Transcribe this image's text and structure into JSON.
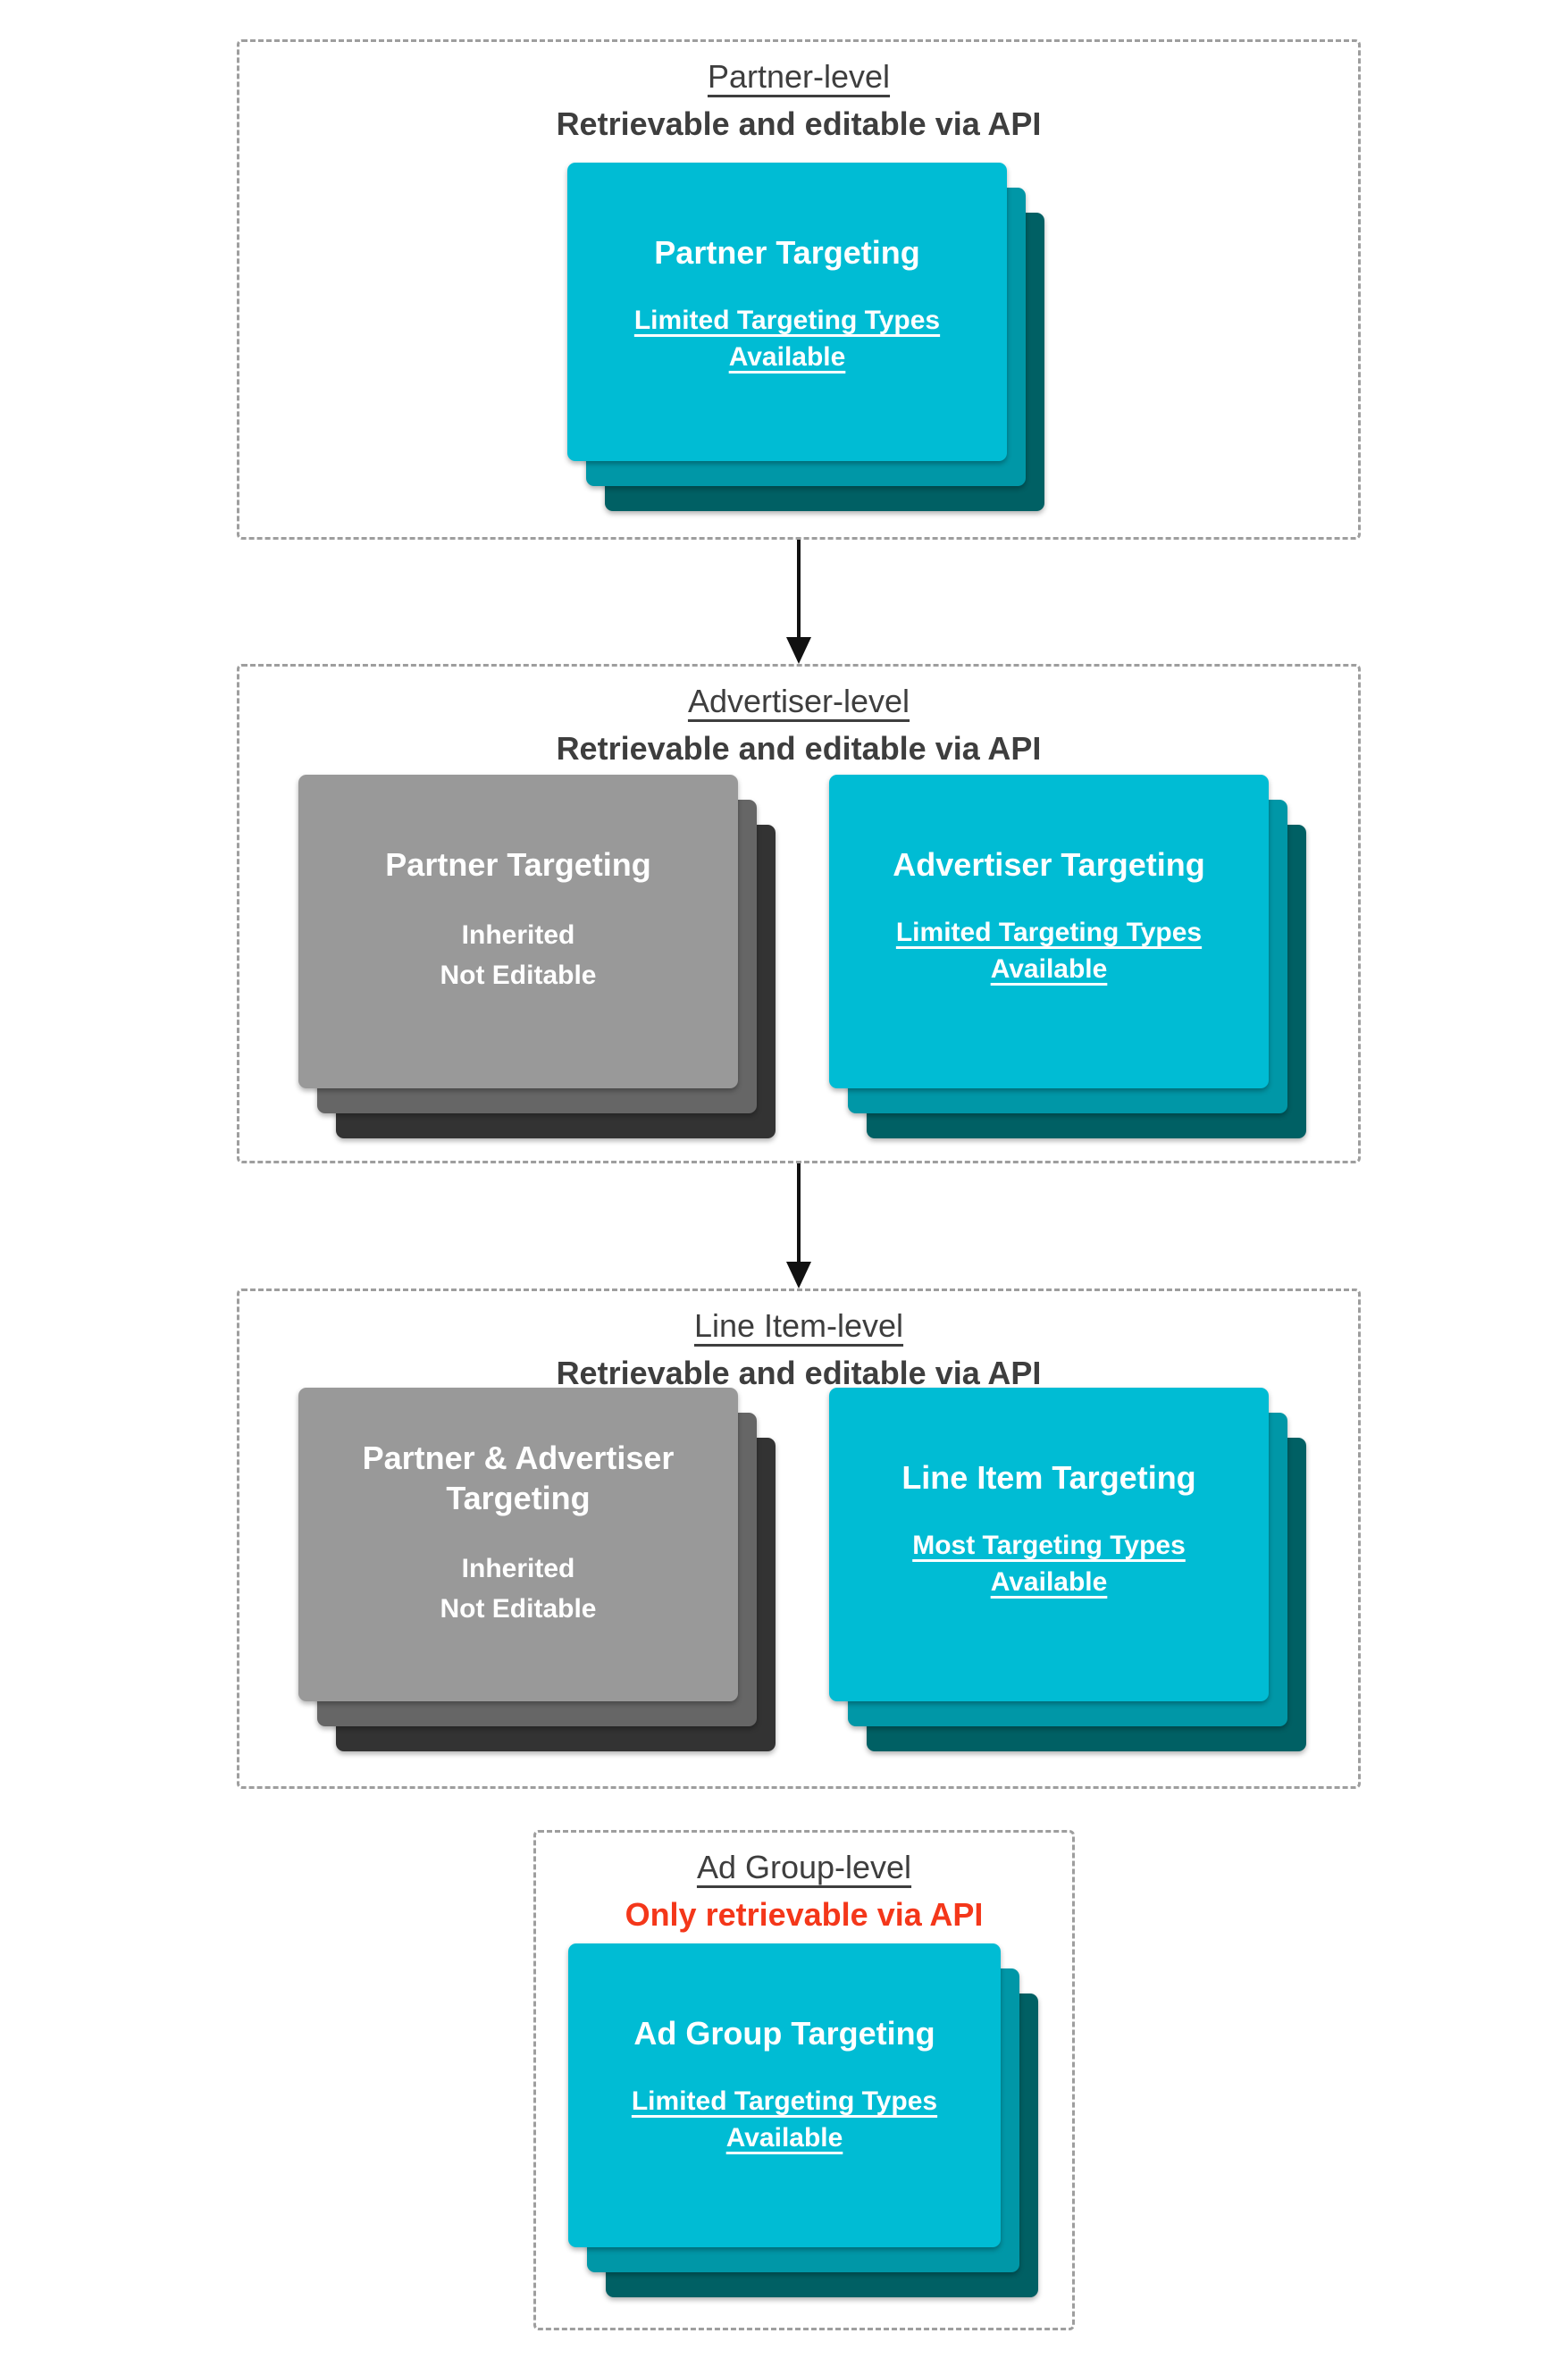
{
  "colors": {
    "cyan_card_front": "#00BCD4",
    "cyan_card_middle": "#0097A7",
    "cyan_card_back": "#006064",
    "gray_card_front": "#999999",
    "gray_card_middle": "#666666",
    "gray_card_back": "#333333",
    "section_header_text": "#3E3E3E",
    "restricted_subtitle_text": "#F4371A",
    "dashed_border": "#9E9E9E",
    "card_text": "#FFFFFF",
    "arrow": "#111111"
  },
  "sections": [
    {
      "title": "Partner-level",
      "subtitle": "Retrievable and editable via API",
      "cards": [
        {
          "variant": "cyan",
          "title": "Partner Targeting",
          "subtitle_lines": [
            "Limited Targeting Types",
            "Available"
          ],
          "subtitle_underline": true
        }
      ]
    },
    {
      "title": "Advertiser-level",
      "subtitle": "Retrievable and editable via API",
      "cards": [
        {
          "variant": "gray",
          "title": "Partner Targeting",
          "subtitle_lines": [
            "Inherited",
            "Not Editable"
          ],
          "subtitle_underline": false
        },
        {
          "variant": "cyan",
          "title": "Advertiser Targeting",
          "subtitle_lines": [
            "Limited Targeting Types",
            "Available"
          ],
          "subtitle_underline": true
        }
      ]
    },
    {
      "title": "Line Item-level",
      "subtitle": "Retrievable and editable via API",
      "cards": [
        {
          "variant": "gray",
          "title": "Partner & Advertiser Targeting",
          "subtitle_lines": [
            "Inherited",
            "Not Editable"
          ],
          "subtitle_underline": false
        },
        {
          "variant": "cyan",
          "title": "Line Item Targeting",
          "subtitle_lines": [
            "Most Targeting Types",
            "Available"
          ],
          "subtitle_underline": true
        }
      ]
    },
    {
      "title": "Ad Group-level",
      "subtitle": "Only retrievable via API",
      "cards": [
        {
          "variant": "cyan",
          "title": "Ad Group Targeting",
          "subtitle_lines": [
            "Limited Targeting Types",
            "Available"
          ],
          "subtitle_underline": true
        }
      ]
    }
  ]
}
